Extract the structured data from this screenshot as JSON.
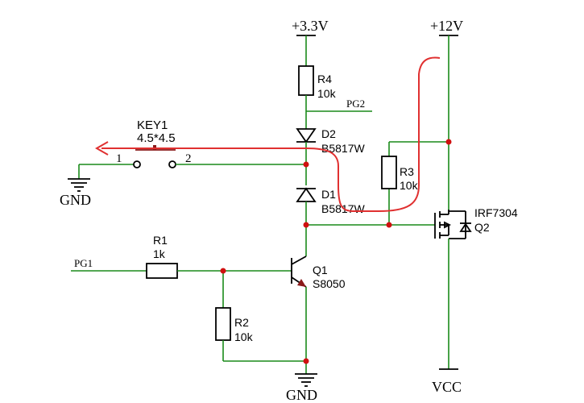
{
  "power_labels": {
    "v33": "+3.3V",
    "v12": "+12V",
    "vcc": "VCC",
    "gnd_left": "GND",
    "gnd_bottom": "GND"
  },
  "net_labels": {
    "pg1": "PG1",
    "pg2": "PG2"
  },
  "key1": {
    "ref": "KEY1",
    "value": "4.5*4.5",
    "pin1": "1",
    "pin2": "2"
  },
  "r1": {
    "ref": "R1",
    "value": "1k"
  },
  "r2": {
    "ref": "R2",
    "value": "10k"
  },
  "r3": {
    "ref": "R3",
    "value": "10k"
  },
  "r4": {
    "ref": "R4",
    "value": "10k"
  },
  "d1": {
    "ref": "D1",
    "value": "B5817W"
  },
  "d2": {
    "ref": "D2",
    "value": "B5817W"
  },
  "q1": {
    "ref": "Q1",
    "value": "S8050"
  },
  "q2": {
    "ref": "Q2",
    "value": "IRF7304"
  },
  "colors": {
    "wire": "#1a8a1a",
    "component": "#8a1a1a",
    "junction": "#d01010",
    "annotation": "#e03030"
  }
}
